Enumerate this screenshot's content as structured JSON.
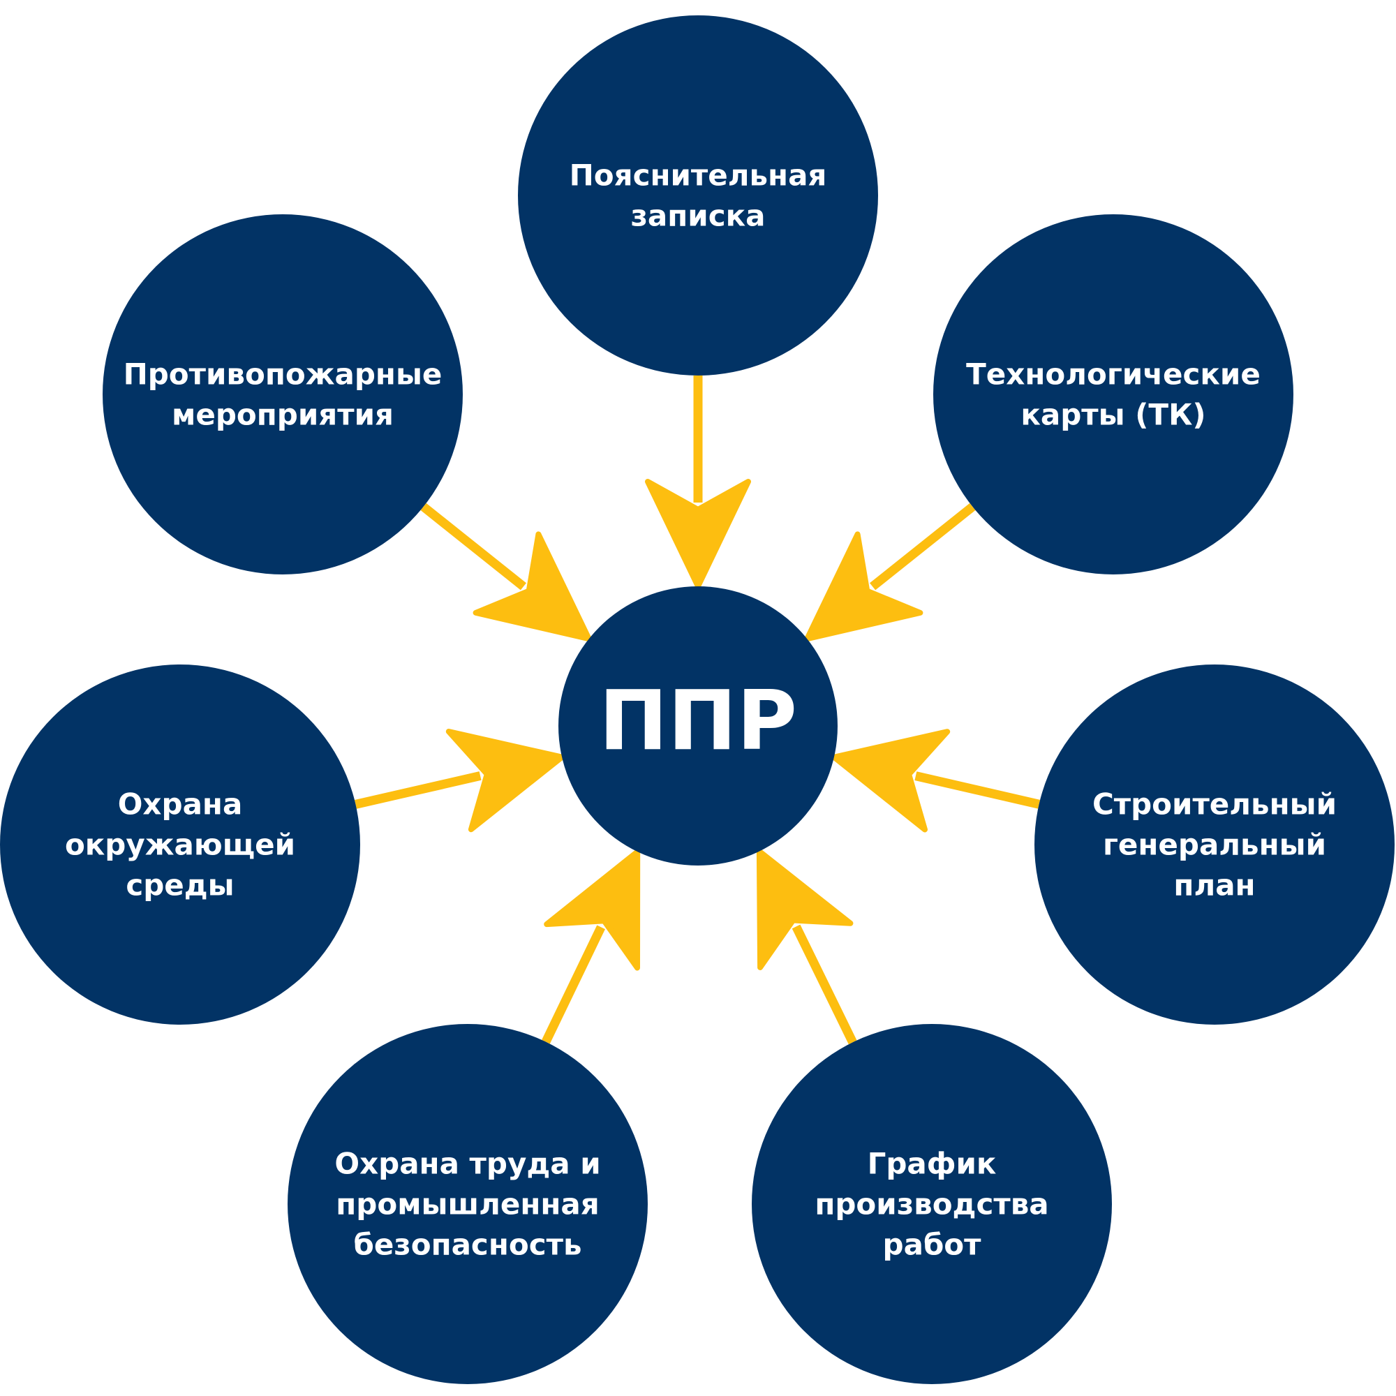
{
  "colors": {
    "circle_fill": "#023365",
    "arrow": "#FDBE10",
    "text": "#ffffff",
    "background": "#ffffff"
  },
  "center": {
    "label": "ППР"
  },
  "nodes": [
    {
      "id": "explanatory-note",
      "lines": [
        "Пояснительная",
        "записка"
      ]
    },
    {
      "id": "technological-maps",
      "lines": [
        "Технологические",
        "карты (ТК)"
      ]
    },
    {
      "id": "construction-master-plan",
      "lines": [
        "Строительный",
        "генеральный",
        "план"
      ]
    },
    {
      "id": "work-schedule",
      "lines": [
        "График",
        "производства",
        "работ"
      ]
    },
    {
      "id": "labor-protection",
      "lines": [
        "Охрана труда и",
        "промышленная",
        "безопасность"
      ]
    },
    {
      "id": "environmental-protection",
      "lines": [
        "Охрана",
        "окружающей",
        "среды"
      ]
    },
    {
      "id": "fire-prevention",
      "lines": [
        "Противопожарные",
        "мероприятия"
      ]
    }
  ]
}
